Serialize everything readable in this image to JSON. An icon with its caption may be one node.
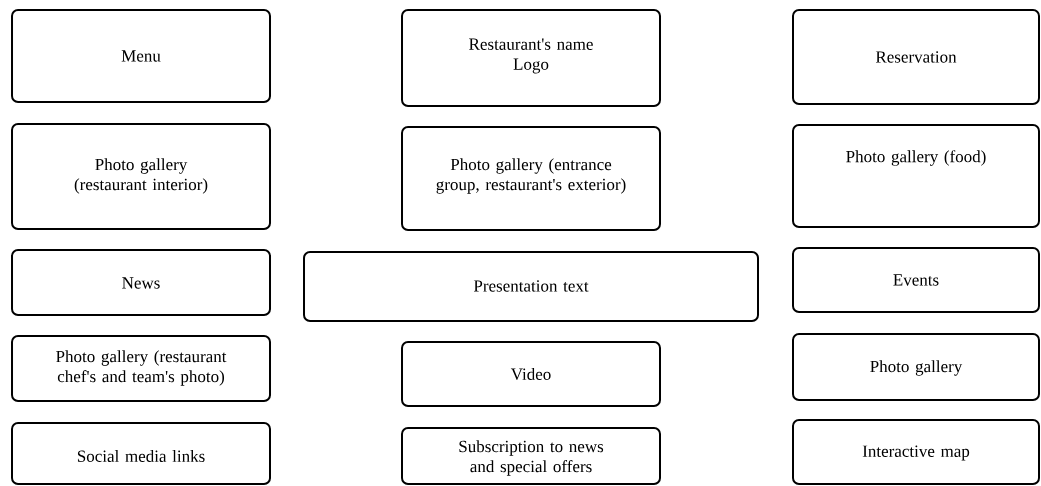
{
  "diagram": {
    "nodes": [
      {
        "text": [
          "Menu"
        ]
      },
      {
        "text": [
          "Restaurant's name",
          "Logo"
        ]
      },
      {
        "text": [
          "Reservation"
        ]
      },
      {
        "text": [
          "Photo gallery (restaurant interior)"
        ]
      },
      {
        "text": [
          "Photo gallery (entrance group, restaurant's exterior)"
        ]
      },
      {
        "text": [
          "Photo gallery (food)"
        ]
      },
      {
        "text": [
          "News"
        ]
      },
      {
        "text": [
          "Presentation text"
        ]
      },
      {
        "text": [
          "Events"
        ]
      },
      {
        "text": [
          "Photo gallery (restaurant chef's and team's photo)"
        ]
      },
      {
        "text": [
          "Video"
        ]
      },
      {
        "text": [
          "Photo gallery"
        ]
      },
      {
        "text": [
          "Social media links"
        ]
      },
      {
        "text": [
          "Subscription to news and special offers"
        ]
      },
      {
        "text": [
          "Interactive map"
        ]
      }
    ]
  }
}
